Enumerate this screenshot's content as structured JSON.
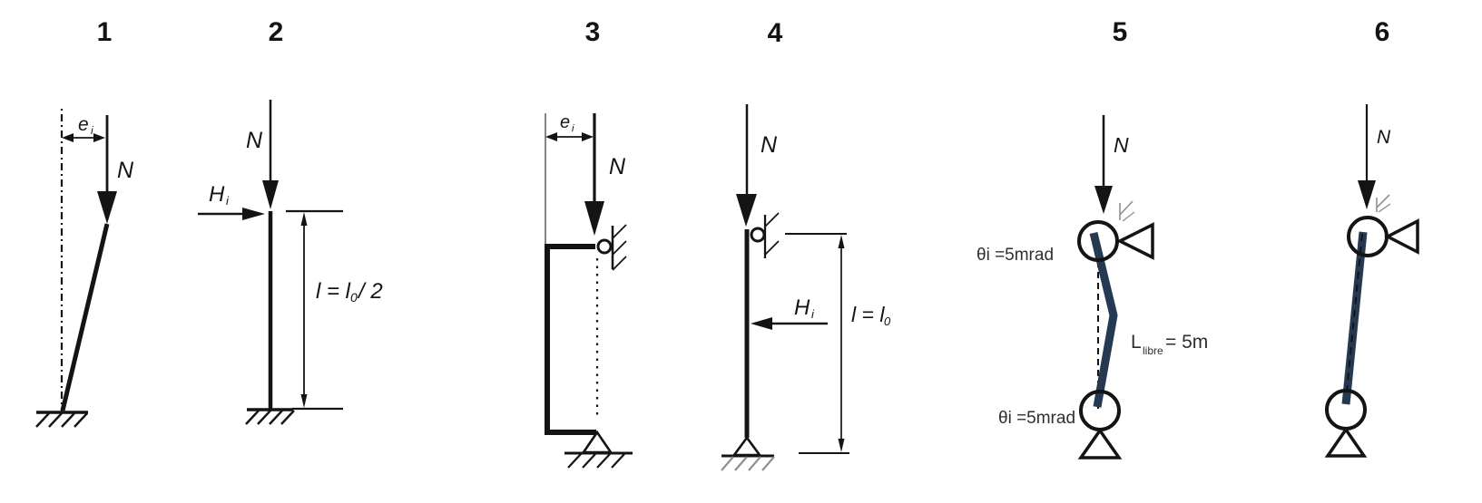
{
  "colors": {
    "ink": "#141414",
    "member_navy": "#253a52",
    "hatch_gray": "#8f8f8f",
    "annotation": "#2f2f2f"
  },
  "diagrams": {
    "d1": {
      "number": "1",
      "ecc": {
        "base": "e",
        "sub": "i"
      },
      "axial": "N"
    },
    "d2": {
      "number": "2",
      "axial": "N",
      "horiz": {
        "base": "H",
        "sub": "i"
      },
      "length": {
        "base": "l = l",
        "sub": "0",
        "tail": "/ 2"
      }
    },
    "d3": {
      "number": "3",
      "ecc": {
        "base": "e",
        "sub": "i"
      },
      "axial": "N"
    },
    "d4": {
      "number": "4",
      "axial": "N",
      "horiz": {
        "base": "H",
        "sub": "i"
      },
      "length": {
        "base": "l = l",
        "sub": "0"
      }
    },
    "d5": {
      "number": "5",
      "axial": "N",
      "theta_top": "θi =5mrad",
      "theta_bottom": "θi =5mrad",
      "free_length": {
        "base": "L",
        "sub": "libre",
        "tail": "= 5m"
      }
    },
    "d6": {
      "number": "6",
      "axial": "N"
    }
  }
}
